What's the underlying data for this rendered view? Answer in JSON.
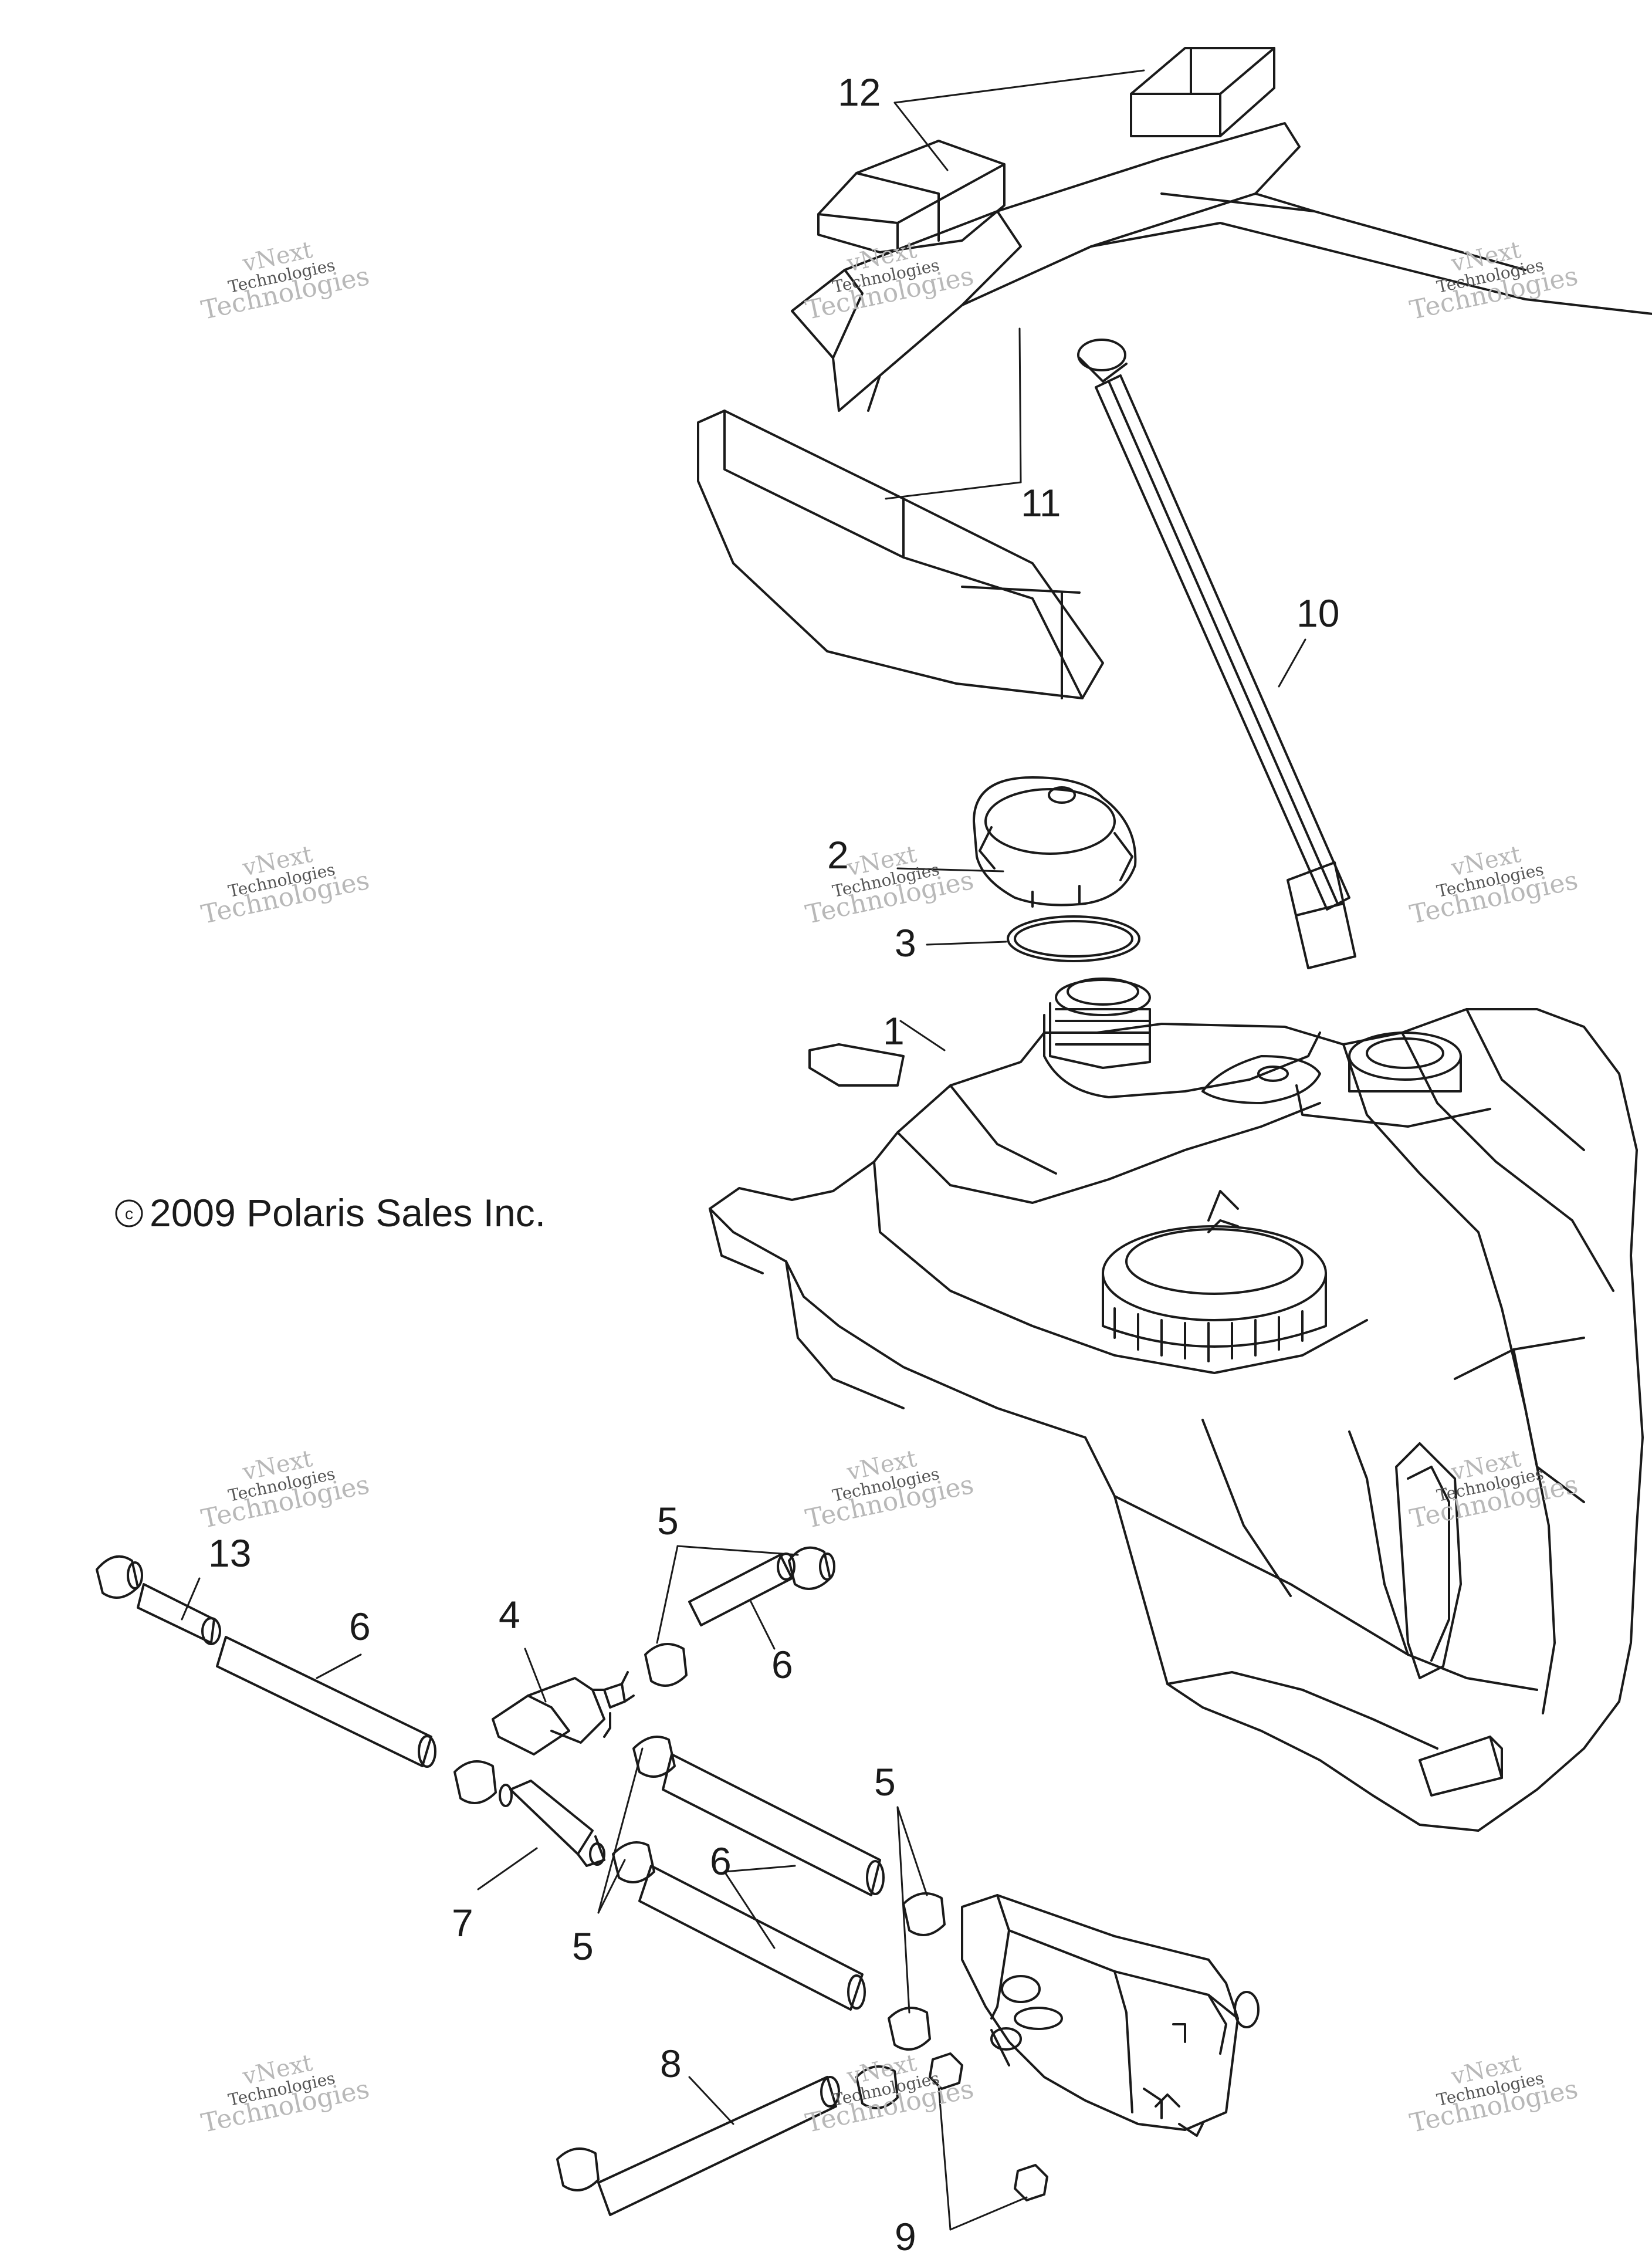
{
  "copyright": "2009 Polaris Sales Inc.",
  "copyright_symbol": "c",
  "callouts": {
    "c1": "1",
    "c2": "2",
    "c3": "3",
    "c4": "4",
    "c5a": "5",
    "c5b": "5",
    "c5c": "5",
    "c6a": "6",
    "c6b": "6",
    "c6c": "6",
    "c7": "7",
    "c8": "8",
    "c9": "9",
    "c10": "10",
    "c11": "11",
    "c12": "12",
    "c13": "13"
  },
  "watermark": {
    "line1": "vNext",
    "line2": "Technologies",
    "line3": "Technologies"
  },
  "colors": {
    "ink": "#1a1a1a",
    "watermark": "#b8b8b8",
    "background": "#ffffff"
  }
}
